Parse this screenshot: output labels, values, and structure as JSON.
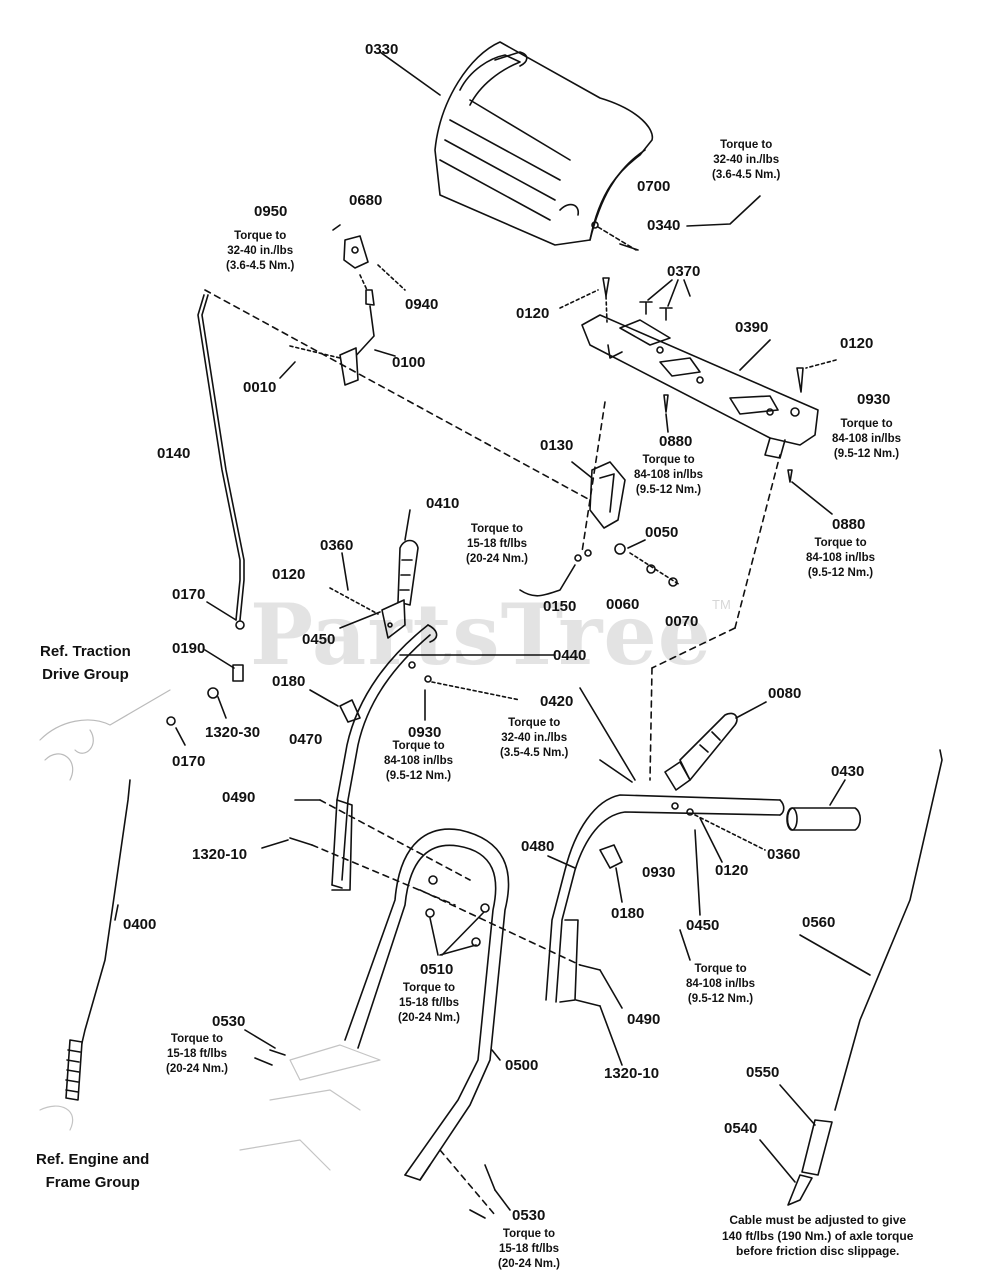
{
  "watermark": {
    "text": "PartsTree",
    "trademark": "TM"
  },
  "colors": {
    "line": "#111111",
    "background": "#ffffff",
    "watermark": "#d8d8d8"
  },
  "parts": [
    {
      "id": "p0330",
      "label": "0330"
    },
    {
      "id": "p0700",
      "label": "0700"
    },
    {
      "id": "p0340",
      "label": "0340"
    },
    {
      "id": "p0950",
      "label": "0950"
    },
    {
      "id": "p0680",
      "label": "0680"
    },
    {
      "id": "p0940",
      "label": "0940"
    },
    {
      "id": "p0370",
      "label": "0370"
    },
    {
      "id": "p0120a",
      "label": "0120"
    },
    {
      "id": "p0390",
      "label": "0390"
    },
    {
      "id": "p0120b",
      "label": "0120"
    },
    {
      "id": "p0010",
      "label": "0010"
    },
    {
      "id": "p0100",
      "label": "0100"
    },
    {
      "id": "p0930a",
      "label": "0930"
    },
    {
      "id": "p0880a",
      "label": "0880"
    },
    {
      "id": "p0140",
      "label": "0140"
    },
    {
      "id": "p0130",
      "label": "0130"
    },
    {
      "id": "p0410",
      "label": "0410"
    },
    {
      "id": "p0880b",
      "label": "0880"
    },
    {
      "id": "p0360a",
      "label": "0360"
    },
    {
      "id": "p0050",
      "label": "0050"
    },
    {
      "id": "p0120c",
      "label": "0120"
    },
    {
      "id": "p0170a",
      "label": "0170"
    },
    {
      "id": "p0150",
      "label": "0150"
    },
    {
      "id": "p0060",
      "label": "0060"
    },
    {
      "id": "p0070",
      "label": "0070"
    },
    {
      "id": "p0450a",
      "label": "0450"
    },
    {
      "id": "p0190",
      "label": "0190"
    },
    {
      "id": "p0440",
      "label": "0440"
    },
    {
      "id": "p0180a",
      "label": "0180"
    },
    {
      "id": "p0420",
      "label": "0420"
    },
    {
      "id": "p0080",
      "label": "0080"
    },
    {
      "id": "p1320_30",
      "label": "1320-30"
    },
    {
      "id": "p0930b",
      "label": "0930"
    },
    {
      "id": "p0470",
      "label": "0470"
    },
    {
      "id": "p0430",
      "label": "0430"
    },
    {
      "id": "p0170b",
      "label": "0170"
    },
    {
      "id": "p0490a",
      "label": "0490"
    },
    {
      "id": "p0360b",
      "label": "0360"
    },
    {
      "id": "p1320_10a",
      "label": "1320-10"
    },
    {
      "id": "p0480",
      "label": "0480"
    },
    {
      "id": "p0120d",
      "label": "0120"
    },
    {
      "id": "p0930c",
      "label": "0930"
    },
    {
      "id": "p0180b",
      "label": "0180"
    },
    {
      "id": "p0400",
      "label": "0400"
    },
    {
      "id": "p0450b",
      "label": "0450"
    },
    {
      "id": "p0560",
      "label": "0560"
    },
    {
      "id": "p0510",
      "label": "0510"
    },
    {
      "id": "p0490b",
      "label": "0490"
    },
    {
      "id": "p0530a",
      "label": "0530"
    },
    {
      "id": "p0500",
      "label": "0500"
    },
    {
      "id": "p1320_10b",
      "label": "1320-10"
    },
    {
      "id": "p0550",
      "label": "0550"
    },
    {
      "id": "p0540",
      "label": "0540"
    },
    {
      "id": "p0530b",
      "label": "0530"
    }
  ],
  "torque_notes": [
    {
      "id": "t1",
      "text": "Torque to\n32-40 in./lbs\n(3.6-4.5 Nm.)"
    },
    {
      "id": "t2",
      "text": "Torque to\n32-40 in./lbs\n(3.6-4.5 Nm.)"
    },
    {
      "id": "t3",
      "text": "Torque to\n84-108 in/lbs\n(9.5-12 Nm.)"
    },
    {
      "id": "t4",
      "text": "Torque to\n84-108 in/lbs\n(9.5-12 Nm.)"
    },
    {
      "id": "t5",
      "text": "Torque to\n84-108 in/lbs\n(9.5-12 Nm.)"
    },
    {
      "id": "t6",
      "text": "Torque to\n15-18 ft/lbs\n(20-24 Nm.)"
    },
    {
      "id": "t7",
      "text": "Torque to\n84-108 in/lbs\n(9.5-12 Nm.)"
    },
    {
      "id": "t8",
      "text": "Torque to\n32-40 in./lbs\n(3.5-4.5 Nm.)"
    },
    {
      "id": "t9",
      "text": "Torque to\n84-108 in/lbs\n(9.5-12 Nm.)"
    },
    {
      "id": "t10",
      "text": "Torque to\n15-18 ft/lbs\n(20-24 Nm.)"
    },
    {
      "id": "t11",
      "text": "Torque to\n15-18 ft/lbs\n(20-24 Nm.)"
    },
    {
      "id": "t12",
      "text": "Torque to\n15-18 ft/lbs\n(20-24 Nm.)"
    }
  ],
  "references": [
    {
      "id": "r1",
      "text": "Ref. Traction\nDrive Group"
    },
    {
      "id": "r2",
      "text": "Ref. Engine and\nFrame Group"
    }
  ],
  "cable_note": "Cable must be adjusted to give\n140 ft/lbs (190 Nm.) of axle torque\nbefore friction disc slippage."
}
